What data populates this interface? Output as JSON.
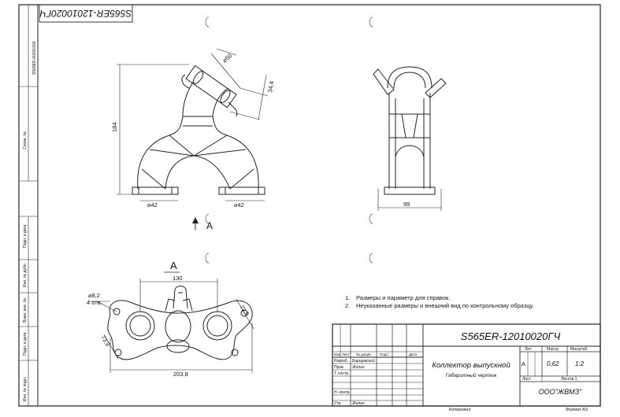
{
  "top_stamp": "S565ER-12010020ГЧ",
  "side_panel": {
    "stamp_code": "S565ER-00001000",
    "fields": [
      "Справ. №",
      "Подп. и дата",
      "Инв. № дубл.",
      "Взам. инв. №",
      "Подп. и дата",
      "Инв. № подл."
    ]
  },
  "dimensions": {
    "diam50": "⌀50",
    "d34": "34,4",
    "h184": "184",
    "left_port": "⌀42",
    "right_port": "⌀42",
    "w99": "99",
    "w130": "130",
    "hole": "⌀8,2",
    "holes_count": "4 отв.",
    "d73_right": "73,9",
    "d73_left": "73,9",
    "w203": "203,8"
  },
  "view_labels": {
    "arrow_label": "A",
    "section_label": "A"
  },
  "notes": [
    "Размеры и параметр для справок.",
    "Неуказанные размеры и внешний вид по контрольному образцу."
  ],
  "title_block": {
    "drawing_code": "S565ER-12010020ГЧ",
    "part_name": "Коллектор выпускной",
    "doc_type": "Габаритный чертеж",
    "company": "ООО\"ЖВМЗ\"",
    "col_headers": [
      "Изм",
      "Лист",
      "№ докум.",
      "Подп.",
      "Дата"
    ],
    "roles": [
      "Разраб.",
      "Пров.",
      "Т. контр.",
      "Н. контр.",
      "Утв."
    ],
    "names": [
      "Барщевский",
      "Жолин",
      "Жолин"
    ],
    "lit_header": "Лит.",
    "mass_header": "Масса",
    "scale_header": "Масштаб",
    "lit_value": "А",
    "mass_value": "0,62",
    "scale_value": "1:2",
    "sheet_label": "Лист",
    "sheets_label": "Листов 1"
  },
  "footer": {
    "copied": "Копировал",
    "format": "Формат А3"
  }
}
